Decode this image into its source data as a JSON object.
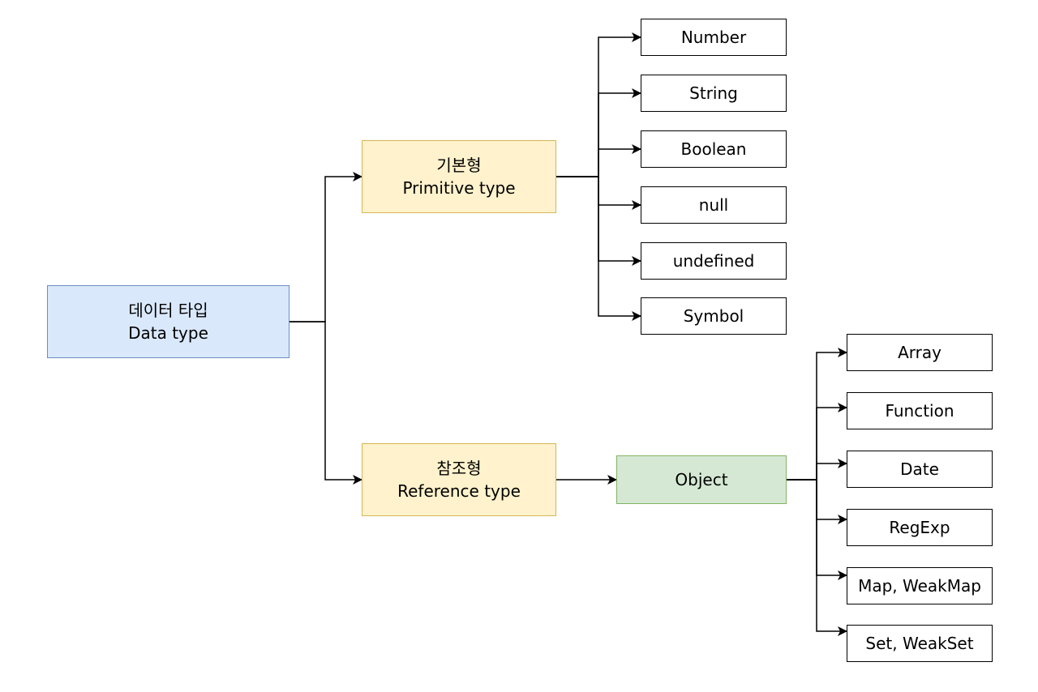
{
  "root": {
    "label_ko": "데이터 타입",
    "label_en": "Data type"
  },
  "primitive": {
    "label_ko": "기본형",
    "label_en": "Primitive type",
    "children": [
      "Number",
      "String",
      "Boolean",
      "null",
      "undefined",
      "Symbol"
    ]
  },
  "reference": {
    "label_ko": "참조형",
    "label_en": "Reference type",
    "object": {
      "label": "Object",
      "children": [
        "Array",
        "Function",
        "Date",
        "RegExp",
        "Map, WeakMap",
        "Set, WeakSet"
      ]
    }
  },
  "colors": {
    "root_fill": "#dae8fc",
    "root_border": "#6c8ebf",
    "category_fill": "#fff2cc",
    "category_border": "#d6b656",
    "object_fill": "#d5e8d4",
    "object_border": "#82b366",
    "leaf_fill": "#ffffff",
    "leaf_border": "#000000",
    "edge": "#000000"
  }
}
